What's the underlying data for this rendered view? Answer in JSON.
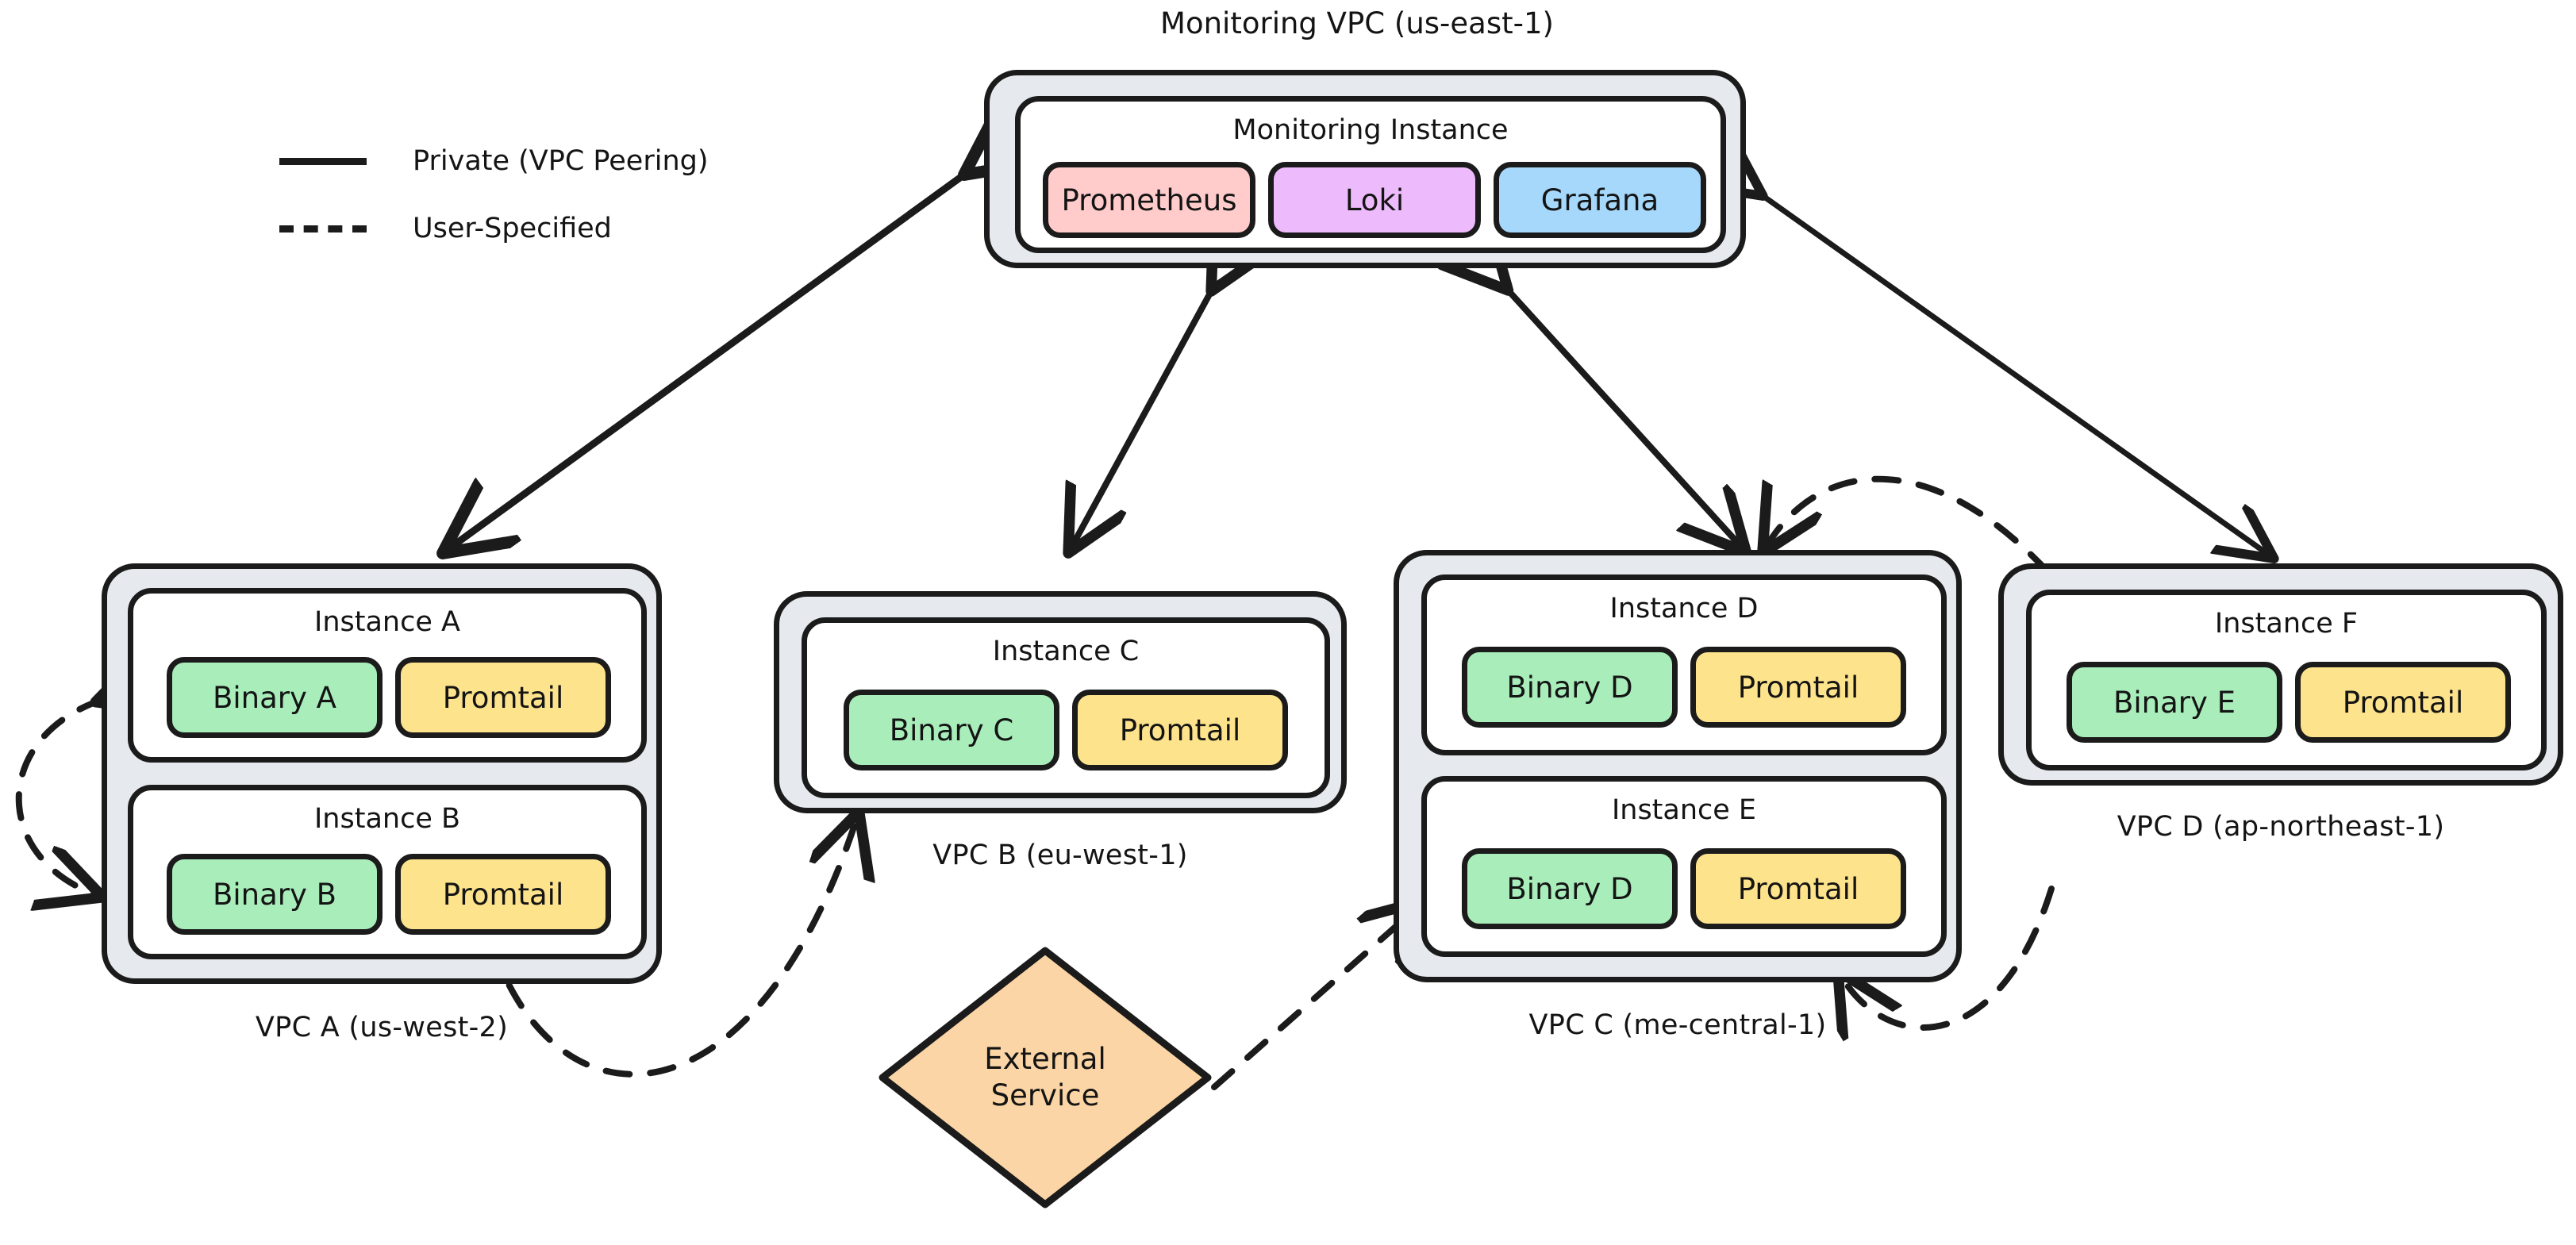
{
  "diagram": {
    "title": "Monitoring VPC (us-east-1)",
    "background": "#ffffff",
    "stroke": "#1b1b1b"
  },
  "legend": {
    "items": [
      {
        "label": "Private (VPC Peering)",
        "style": "solid",
        "icon": "solid-line-icon"
      },
      {
        "label": "User-Specified",
        "style": "dashed",
        "icon": "dashed-line-icon"
      }
    ]
  },
  "monitoring_vpc": {
    "label": "Monitoring VPC (us-east-1)",
    "instance": {
      "title": "Monitoring Instance",
      "services": [
        {
          "name": "Prometheus",
          "color": "#ffcbcb"
        },
        {
          "name": "Loki",
          "color": "#edbbfb"
        },
        {
          "name": "Grafana",
          "color": "#a5d8fb"
        }
      ]
    }
  },
  "vpcs": [
    {
      "id": "vpc-a",
      "label": "VPC A (us-west-2)",
      "instances": [
        {
          "title": "Instance A",
          "services": [
            {
              "name": "Binary A",
              "color": "#a8edba"
            },
            {
              "name": "Promtail",
              "color": "#fde38b"
            }
          ]
        },
        {
          "title": "Instance B",
          "services": [
            {
              "name": "Binary B",
              "color": "#a8edba"
            },
            {
              "name": "Promtail",
              "color": "#fde38b"
            }
          ]
        }
      ]
    },
    {
      "id": "vpc-b",
      "label": "VPC B (eu-west-1)",
      "instances": [
        {
          "title": "Instance C",
          "services": [
            {
              "name": "Binary C",
              "color": "#a8edba"
            },
            {
              "name": "Promtail",
              "color": "#fde38b"
            }
          ]
        }
      ]
    },
    {
      "id": "vpc-c",
      "label": "VPC C (me-central-1)",
      "instances": [
        {
          "title": "Instance D",
          "services": [
            {
              "name": "Binary D",
              "color": "#a8edba"
            },
            {
              "name": "Promtail",
              "color": "#fde38b"
            }
          ]
        },
        {
          "title": "Instance E",
          "services": [
            {
              "name": "Binary D",
              "color": "#a8edba"
            },
            {
              "name": "Promtail",
              "color": "#fde38b"
            }
          ]
        }
      ]
    },
    {
      "id": "vpc-d",
      "label": "VPC D (ap-northeast-1)",
      "instances": [
        {
          "title": "Instance F",
          "services": [
            {
              "name": "Binary E",
              "color": "#a8edba"
            },
            {
              "name": "Promtail",
              "color": "#fde38b"
            }
          ]
        }
      ]
    }
  ],
  "external_service": {
    "label_line1": "External",
    "label_line2": "Service",
    "color": "#fbd5a5"
  },
  "connections": [
    {
      "from": "monitoring-vpc",
      "to": "vpc-a",
      "style": "solid",
      "arrows": "both"
    },
    {
      "from": "monitoring-vpc",
      "to": "vpc-b",
      "style": "solid",
      "arrows": "both"
    },
    {
      "from": "monitoring-vpc",
      "to": "vpc-c",
      "style": "solid",
      "arrows": "both"
    },
    {
      "from": "monitoring-vpc",
      "to": "vpc-d",
      "style": "solid",
      "arrows": "both"
    },
    {
      "from": "instance-a",
      "to": "instance-b",
      "style": "dashed",
      "arrows": "both"
    },
    {
      "from": "vpc-a",
      "to": "vpc-b",
      "style": "dashed",
      "arrows": "both"
    },
    {
      "from": "external-service",
      "to": "vpc-c",
      "style": "dashed",
      "arrows": "forward"
    },
    {
      "from": "vpc-d",
      "to": "vpc-c",
      "style": "dashed",
      "arrows": "forward"
    },
    {
      "from": "vpc-d",
      "to": "vpc-c",
      "style": "dashed",
      "arrows": "forward",
      "route": "bottom"
    }
  ]
}
